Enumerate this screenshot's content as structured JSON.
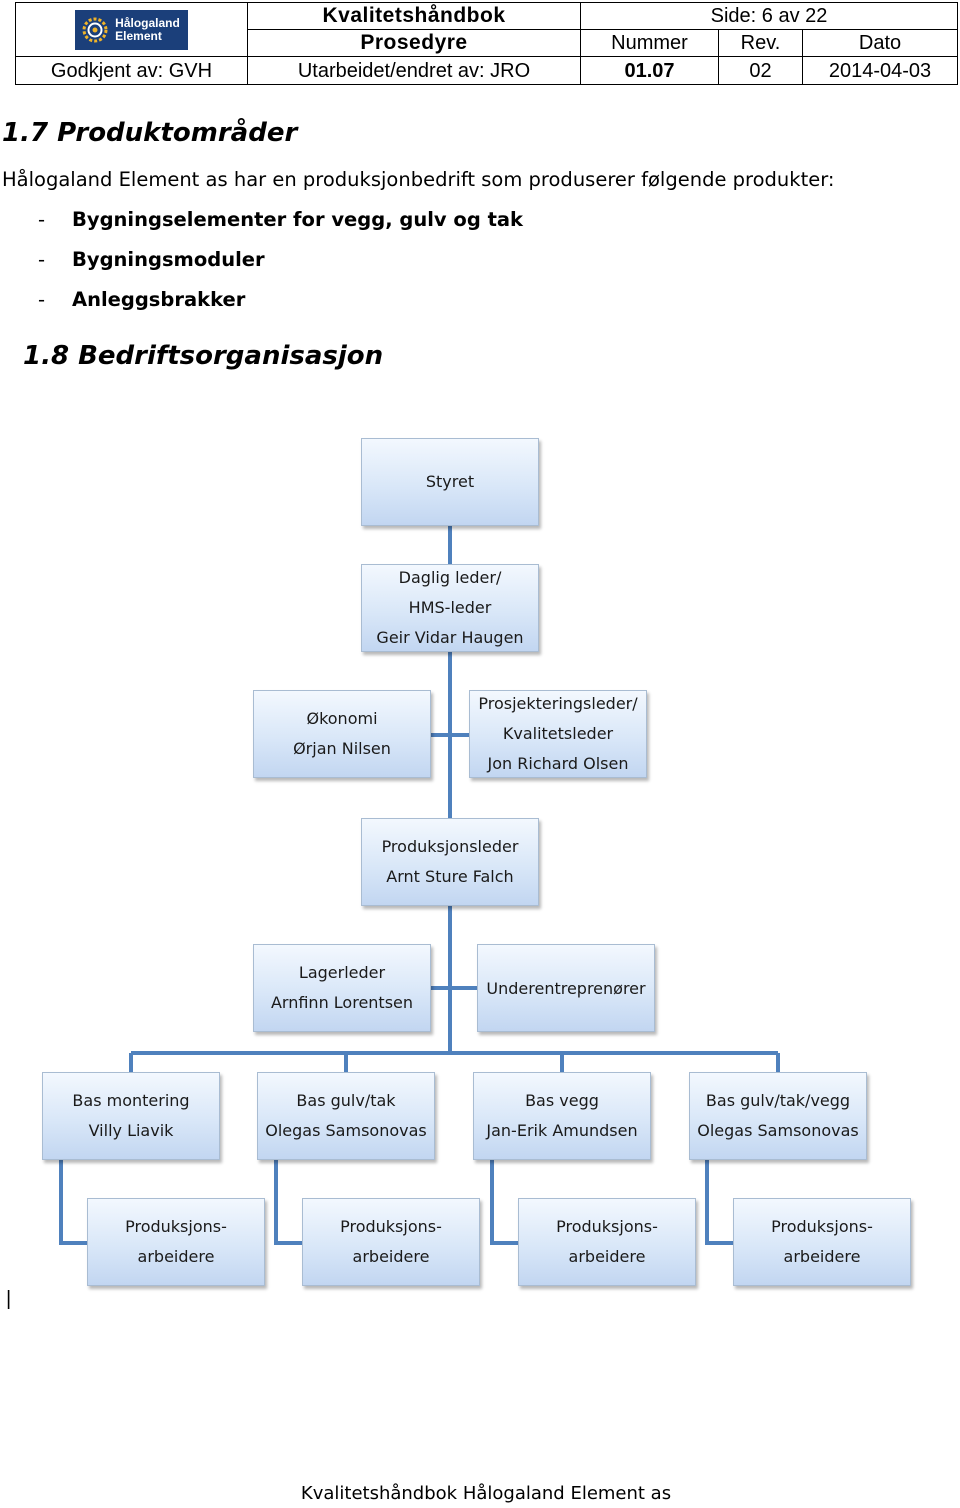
{
  "header": {
    "logo_line1": "Hålogaland",
    "logo_line2": "Element",
    "title1": "Kvalitetshåndbok",
    "title2": "Prosedyre",
    "page": "Side: 6 av 22",
    "col_number": "Nummer",
    "col_rev": "Rev.",
    "col_date": "Dato",
    "approved_by": "Godkjent av: GVH",
    "prepared_by": "Utarbeidet/endret av: JRO",
    "number": "01.07",
    "rev": "02",
    "date": "2014-04-03"
  },
  "section_products": {
    "heading": "1.7 Produktområder",
    "intro": "Hålogaland Element as har en produksjonbedrift som produserer følgende produkter:",
    "items": [
      {
        "dash": "-",
        "label": "Bygningselementer for vegg, gulv og tak"
      },
      {
        "dash": "-",
        "label": "Bygningsmoduler"
      },
      {
        "dash": "-",
        "label": "Anleggsbrakker"
      }
    ]
  },
  "section_org": {
    "heading": "1.8 Bedriftsorganisasjon"
  },
  "org": {
    "board": {
      "line1": "Styret"
    },
    "ceo": {
      "line1": "Daglig leder/",
      "line2": "HMS-leder",
      "line3": "Geir Vidar Haugen"
    },
    "finance": {
      "line1": "Økonomi",
      "line2": "Ørjan Nilsen"
    },
    "project": {
      "line1": "Prosjekteringsleder/",
      "line2": "Kvalitetsleder",
      "line3": "Jon Richard Olsen"
    },
    "production": {
      "line1": "Produksjonsleder",
      "line2": "Arnt Sture Falch"
    },
    "warehouse": {
      "line1": "Lagerleder",
      "line2": "Arnfinn Lorentsen"
    },
    "subcontractors": {
      "line1": "Underentreprenører"
    },
    "foremen": [
      {
        "line1": "Bas montering",
        "line2": "Villy Liavik"
      },
      {
        "line1": "Bas gulv/tak",
        "line2": "Olegas Samsonovas"
      },
      {
        "line1": "Bas vegg",
        "line2": "Jan-Erik Amundsen"
      },
      {
        "line1": "Bas gulv/tak/vegg",
        "line2": "Olegas Samsonovas"
      }
    ],
    "workers": [
      {
        "line1": "Produksjons-",
        "line2": "arbeidere"
      },
      {
        "line1": "Produksjons-",
        "line2": "arbeidere"
      },
      {
        "line1": "Produksjons-",
        "line2": "arbeidere"
      },
      {
        "line1": "Produksjons-",
        "line2": "arbeidere"
      }
    ],
    "line_color": "#4f81bd"
  },
  "cursor_glyph": "|",
  "footer": "Kvalitetshåndbok Hålogaland Element as"
}
